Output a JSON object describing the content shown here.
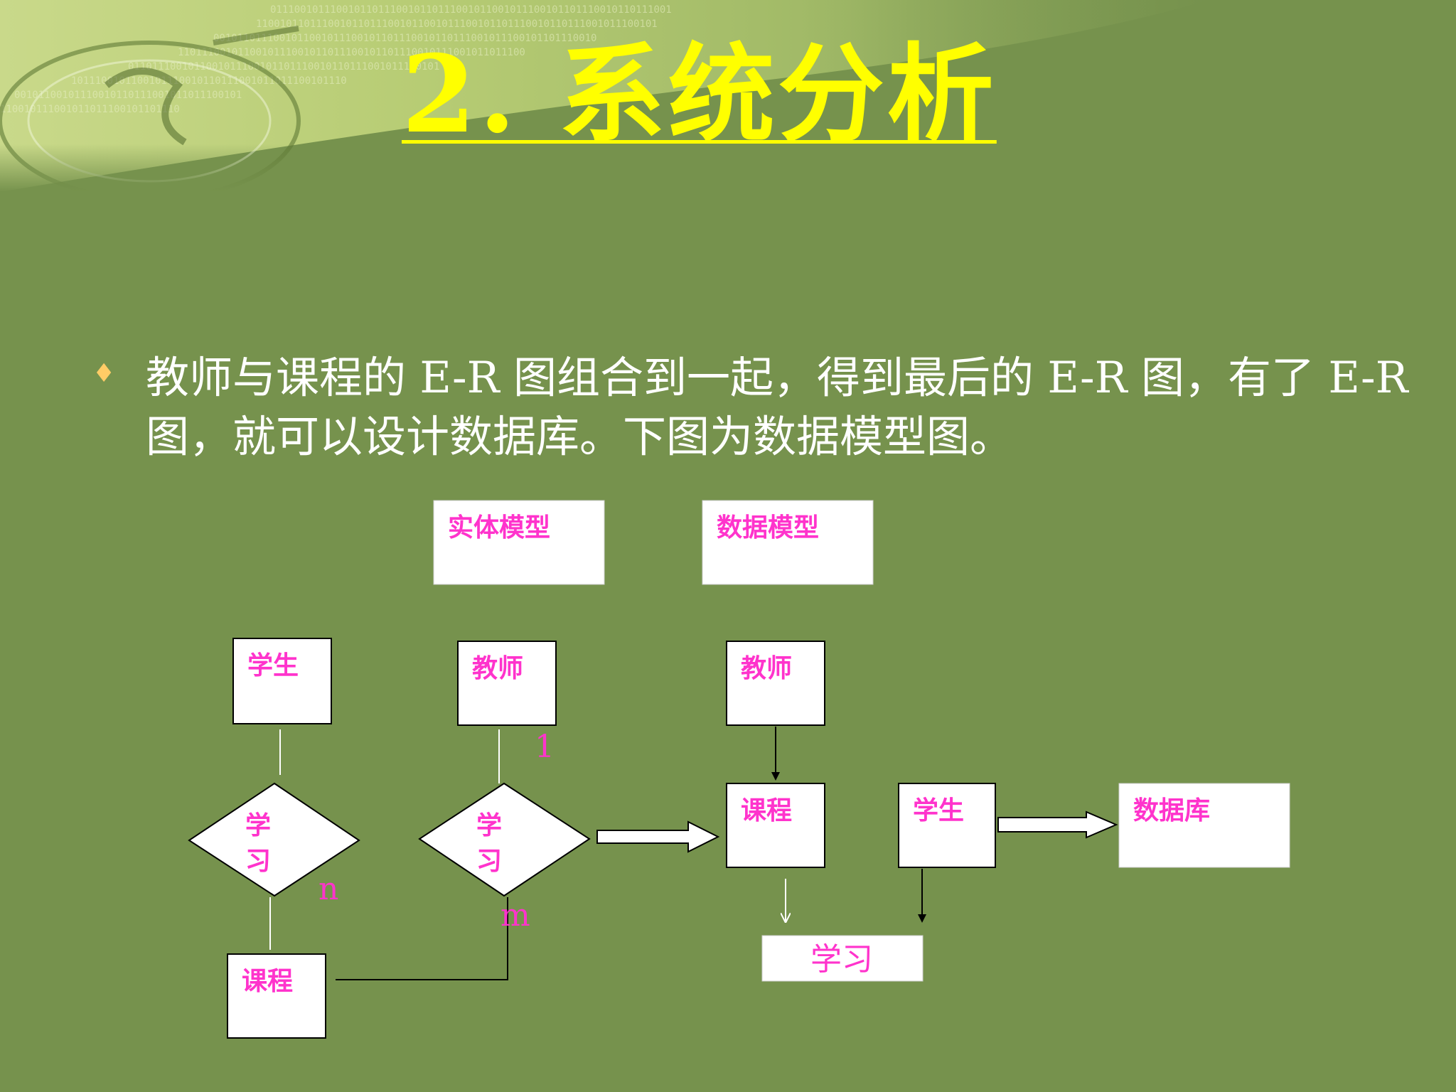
{
  "slide": {
    "title": "2. 系统分析",
    "bullet_text": "教师与课程的 E-R 图组合到一起，得到最后的 E-R 图，有了 E-R 图，就可以设计数据库。下图为数据模型图。",
    "bullet_icon": "diamond-bullet-icon"
  },
  "colors": {
    "background": "#76924d",
    "title": "#ffff00",
    "body_text": "#ffffff",
    "diagram_label": "#ff33cc"
  },
  "diagram": {
    "header_entity_model": "实体模型",
    "header_data_model": "数据模型",
    "er1": {
      "entity_student": "学生",
      "relation_study": "学习",
      "entity_course": "课程",
      "cardinality": "n"
    },
    "er2": {
      "entity_teacher": "教师",
      "relation_study": "学习",
      "cardinality_one": "1",
      "cardinality_many": "m"
    },
    "data_model": {
      "teacher": "教师",
      "course": "课程",
      "student": "学生",
      "study": "学习",
      "database": "数据库"
    }
  }
}
